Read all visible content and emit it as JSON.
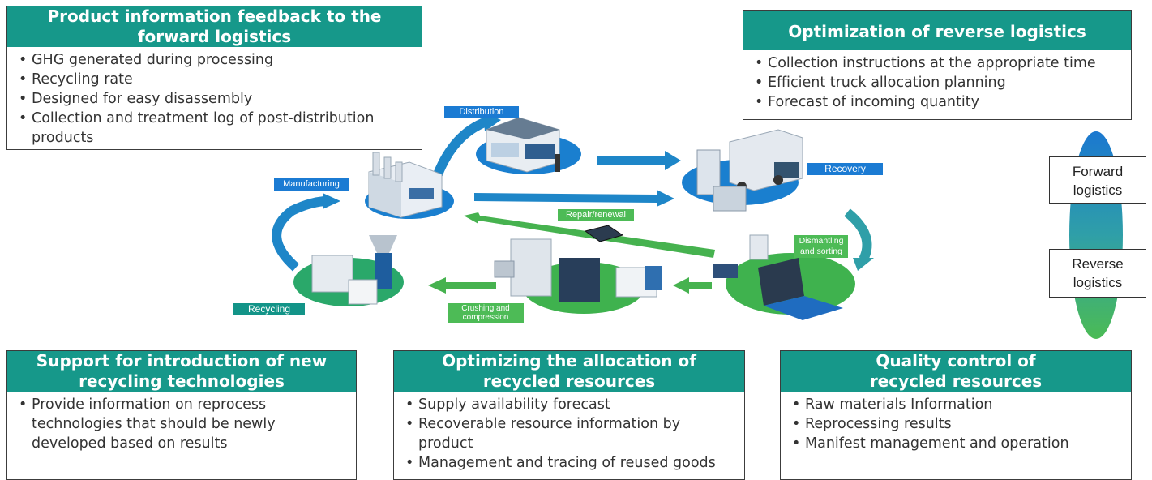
{
  "boxes": {
    "product_info": {
      "title": "Product information feedback to the forward logistics",
      "items": [
        "GHG generated during processing",
        "Recycling rate",
        "Designed for easy disassembly",
        "Collection and treatment log of post-distribution products"
      ]
    },
    "reverse_opt": {
      "title": "Optimization of reverse logistics",
      "items": [
        "Collection instructions at the appropriate time",
        "Efficient truck allocation planning",
        "Forecast of incoming quantity"
      ]
    },
    "new_tech": {
      "title": "Support for introduction of new recycling technologies",
      "items": [
        "Provide information on reprocess technologies that should be newly developed based on results"
      ]
    },
    "allocation": {
      "title": "Optimizing the allocation of recycled resources",
      "items": [
        "Supply availability forecast",
        "Recoverable resource information by product",
        "Management and tracing of reused goods"
      ]
    },
    "quality": {
      "title": "Quality control of recycled resources",
      "items": [
        "Raw materials Information",
        "Reprocessing results",
        "Manifest management and operation"
      ]
    }
  },
  "stages": {
    "distribution": "Distribution",
    "manufacturing": "Manufacturing",
    "recovery": "Recovery",
    "repair": "Repair/renewal",
    "dismantling": "Dismantling and sorting",
    "recycling": "Recycling",
    "crushing": "Crushing and compression"
  },
  "legend": {
    "forward": "Forward logistics",
    "reverse": "Reverse logistics"
  },
  "colors": {
    "teal": "#16988a",
    "blue": "#1b7bd3",
    "green": "#4dbb56",
    "arrow_blue": "#1e86c8",
    "arrow_green": "#46b24f"
  }
}
